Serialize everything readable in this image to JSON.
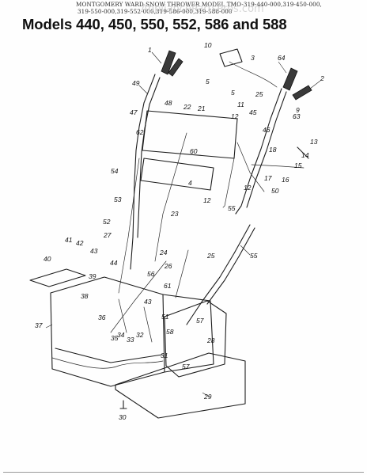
{
  "header": {
    "line1": "MONTGOMERY WARD SNOW THROWER MODEL TMO-319-440-000,319-450-000,",
    "line2": "319-550-000,319-552-000,319-586-000,319-588-000"
  },
  "watermark": "AppliancePartsPros.com",
  "title": "Models 440, 450, 550, 552, 586 and 588",
  "callouts": [
    "1",
    "2",
    "3",
    "4",
    "5",
    "5",
    "9",
    "10",
    "11",
    "12",
    "12",
    "12",
    "13",
    "14",
    "15",
    "16",
    "17",
    "18",
    "21",
    "22",
    "23",
    "24",
    "25",
    "25",
    "26",
    "27",
    "28",
    "29",
    "30",
    "31",
    "32",
    "33",
    "34",
    "35",
    "36",
    "37",
    "38",
    "39",
    "40",
    "41",
    "42",
    "43",
    "43",
    "44",
    "45",
    "46",
    "47",
    "48",
    "49",
    "50",
    "51",
    "52",
    "53",
    "54",
    "55",
    "55",
    "56",
    "57",
    "57",
    "58",
    "60",
    "61",
    "62",
    "63",
    "64"
  ]
}
